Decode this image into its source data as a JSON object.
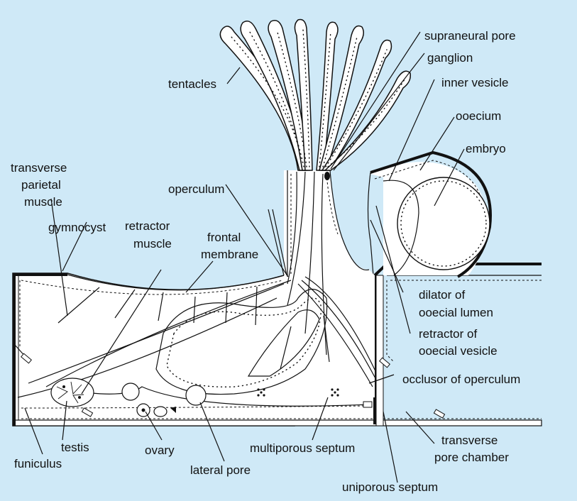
{
  "labels": {
    "tentacles": "tentacles",
    "supraneural_pore": "supraneural pore",
    "ganglion": "ganglion",
    "inner_vesicle": "inner vesicle",
    "ooecium": "ooecium",
    "embryo": "embryo",
    "transverse_parietal_muscle_1": "transverse",
    "transverse_parietal_muscle_2": "parietal",
    "transverse_parietal_muscle_3": "muscle",
    "operculum": "operculum",
    "gymnocyst": "gymnocyst",
    "retractor_muscle_1": "retractor",
    "retractor_muscle_2": "muscle",
    "frontal_membrane_1": "frontal",
    "frontal_membrane_2": "membrane",
    "dilator_1": "dilator of",
    "dilator_2": "ooecial lumen",
    "retractor_ooecial_1": "retractor of",
    "retractor_ooecial_2": "ooecial vesicle",
    "occlusor_of_operculum": "occlusor of operculum",
    "testis": "testis",
    "ovary": "ovary",
    "funiculus": "funiculus",
    "lateral_pore": "lateral pore",
    "multiporous_septum": "multiporous septum",
    "transverse_pore_chamber_1": "transverse",
    "transverse_pore_chamber_2": "pore chamber",
    "uniporous_septum": "uniporous septum"
  },
  "colors": {
    "background": "#cfe9f7",
    "zooid_fill": "#ffffff",
    "ink": "#111111"
  }
}
